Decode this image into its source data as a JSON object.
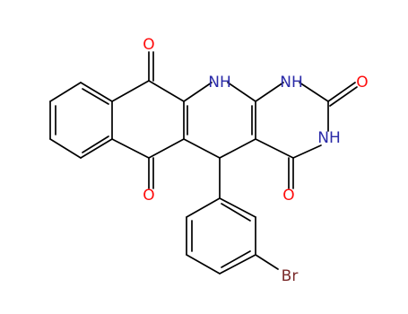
{
  "molecule": {
    "colors": {
      "bond": "#000000",
      "O": "#ff0d0d",
      "N": "#2a2aa8",
      "Br": "#7a2a2a"
    },
    "labels": {
      "o_top": "O",
      "nh_center": "NH",
      "nh_top_right": "NH",
      "o_right": "O",
      "nh_right": "NH",
      "o_lower_right": "O",
      "o_left": "O",
      "br": "Br"
    }
  }
}
